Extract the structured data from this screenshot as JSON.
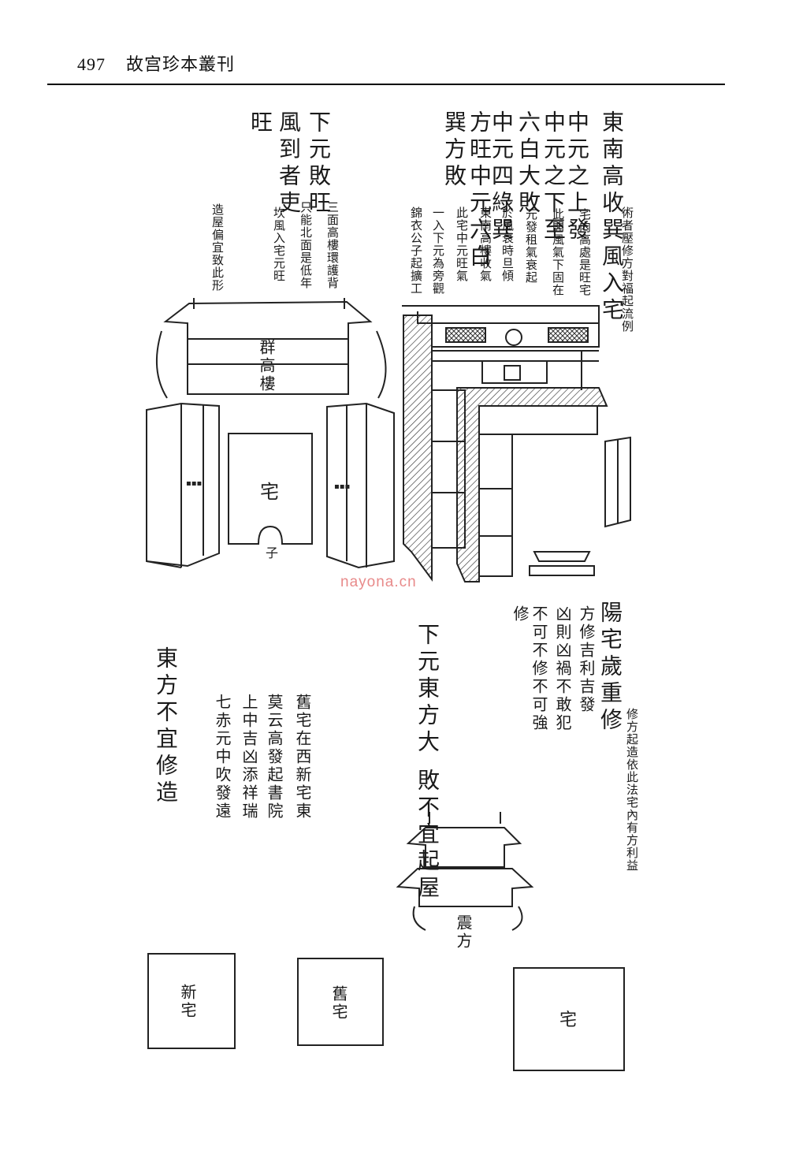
{
  "header": {
    "page_number": "497",
    "book_title": "故宫珍本叢刊"
  },
  "top_right": {
    "col1": "東南高收巽風入宅",
    "col1_note": "術者壓修方對福起流例",
    "col2": "中元之上發",
    "col2_note": "宅内高處是旺宅",
    "col3": "中元之下至",
    "col3_note": "此閣風氣下固在",
    "col4": "六白大敗",
    "col4_note": "元發租氣衰起",
    "col5": "中元四綠巽",
    "col5_note": "於風衰時旦傾",
    "col6": "方旺中元六白",
    "col6_note": "東南高樓收氣",
    "col7": "巽方敗",
    "col7_note": "此宅中元旺氣",
    "col8_note": "一入下元為旁觀",
    "col9_note": "錦衣公子起擴工"
  },
  "top_left": {
    "col1": "下元敗旺",
    "col1_note": "三面高樓環護背",
    "col2": "風到者吏",
    "col2_note": "只能北面是低年",
    "col3": "旺",
    "col3_note": "坎風入宅元旺",
    "col4_note": "造屋偏宜致此形"
  },
  "labels": {
    "tall_building": "群高樓",
    "house": "宅",
    "zi": "子",
    "side_left": "▪▪▪",
    "side_right": "▪▪▪"
  },
  "bottom_left": {
    "title": "東方不宜修造",
    "note1": "舊宅在西新宅東",
    "note2": "莫云高發起書院",
    "note3": "上中吉凶添祥瑞",
    "note4": "七赤元中吹發遠"
  },
  "bottom_right": {
    "title": "陽宅歲重修",
    "line2": "方修吉利吉發",
    "line3": "凶則凶禍不敢犯",
    "line4": "不可不修不可強",
    "line5": "修",
    "note": "修方起造依此法宅內有方利益",
    "title2": "下元東方大 敗不宜起屋",
    "zhen": "震方"
  },
  "squares": {
    "new_house": "新宅",
    "old_house": "舊宅",
    "house": "宅"
  },
  "watermark": "nayona.cn"
}
